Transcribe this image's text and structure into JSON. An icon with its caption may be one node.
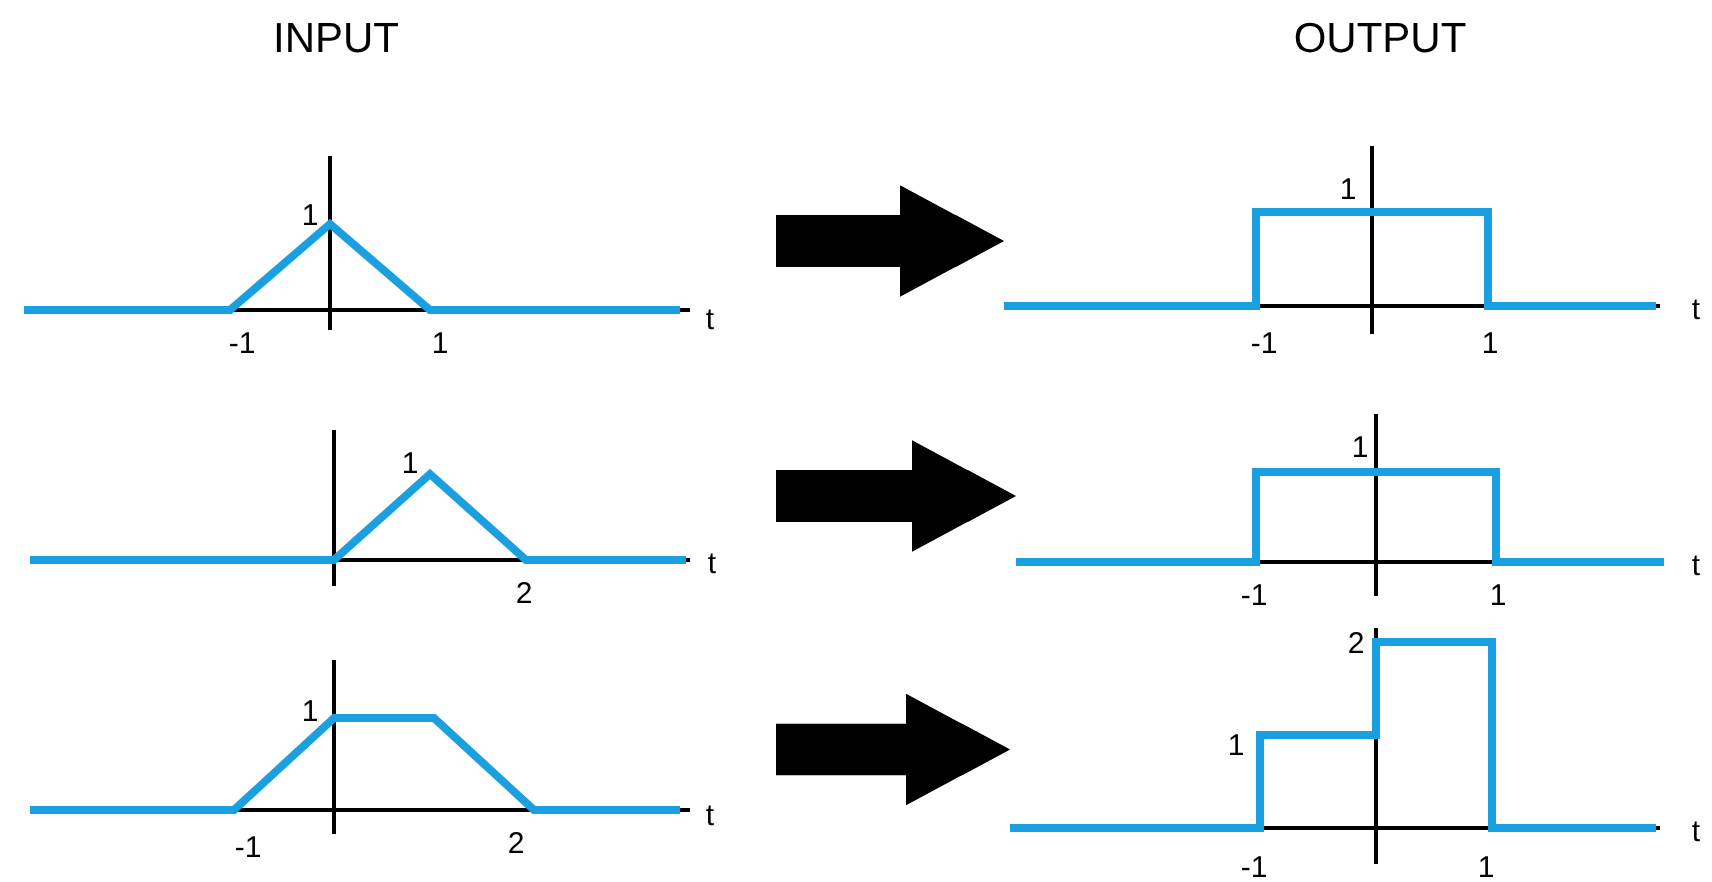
{
  "diagram": {
    "nodes": [
      {
        "text": [
          "1",
          "-1",
          "1",
          "t"
        ]
      },
      {
        "text": [
          "1",
          "-1",
          "1",
          "t"
        ]
      },
      {
        "text": [
          "1",
          "2",
          "t"
        ]
      },
      {
        "text": [
          "1",
          "-1",
          "1",
          "t"
        ]
      },
      {
        "text": [
          "1",
          "-1",
          "2",
          "t"
        ]
      },
      {
        "text": [
          "2",
          "1",
          "-1",
          "1",
          "t"
        ]
      }
    ],
    "edges": [
      {
        "from": 0,
        "to": 1,
        "arrow": "to"
      },
      {
        "from": 2,
        "to": 3,
        "arrow": "to"
      },
      {
        "from": 4,
        "to": 5,
        "arrow": "to"
      }
    ],
    "labels": [
      "INPUT",
      "OUTPUT"
    ]
  }
}
